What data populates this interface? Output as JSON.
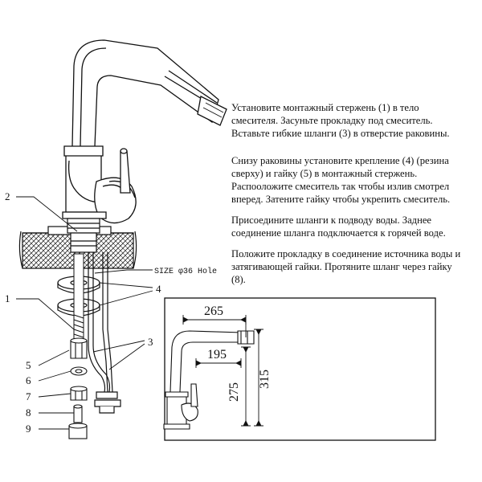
{
  "instructions": {
    "p1": [
      "Установите монтажный стержень (1) в тело",
      "смесителя. Засуньте прокладку под смеситель.",
      "Вставьте гибкие шланги (3) в отверстие раковины."
    ],
    "p2": [
      "Снизу раковины установите крепление (4) (резина",
      "сверху) и гайку (5) в монтажный стержень.",
      "Распооложите смеситель так чтобы излив смотрел",
      "вперед. Затените гайку чтобы укрепить смеситель."
    ],
    "p3": [
      "Присоедините шланги к подводу воды. Заднее",
      "соединение шланга подключается к горячей воде."
    ],
    "p4": [
      "Положите прокладку в соединение источника воды и",
      "затягивающей гайки. Протяните шланг через гайку",
      "(8)."
    ]
  },
  "callouts": {
    "c1": "1",
    "c2": "2",
    "c3": "3",
    "c4": "4",
    "c5": "5",
    "c6": "6",
    "c7": "7",
    "c8": "8",
    "c9": "9"
  },
  "hole_label": "SIZE φ36 Hole",
  "dimensions": {
    "width_total": "265",
    "width_spout": "195",
    "height_spout": "275",
    "height_total": "315"
  }
}
